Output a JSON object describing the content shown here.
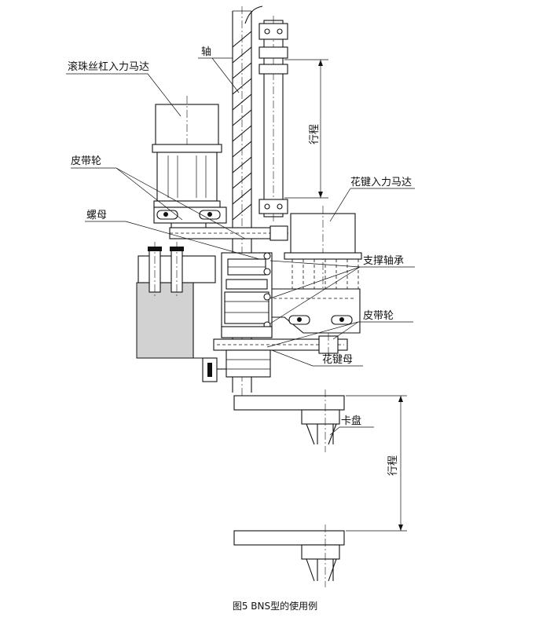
{
  "labels": {
    "ball_screw_motor": "滚珠丝杠入力马达",
    "shaft": "轴",
    "stroke_top": "行程",
    "pulley_left": "皮带轮",
    "spline_motor": "花键入力马达",
    "nut": "螺母",
    "support_bearing": "支撑轴承",
    "pulley_right": "皮带轮",
    "spline_nut": "花键母",
    "chuck": "卡盘",
    "stroke_bottom": "行程"
  },
  "caption": "图5 BNS型的使用例"
}
